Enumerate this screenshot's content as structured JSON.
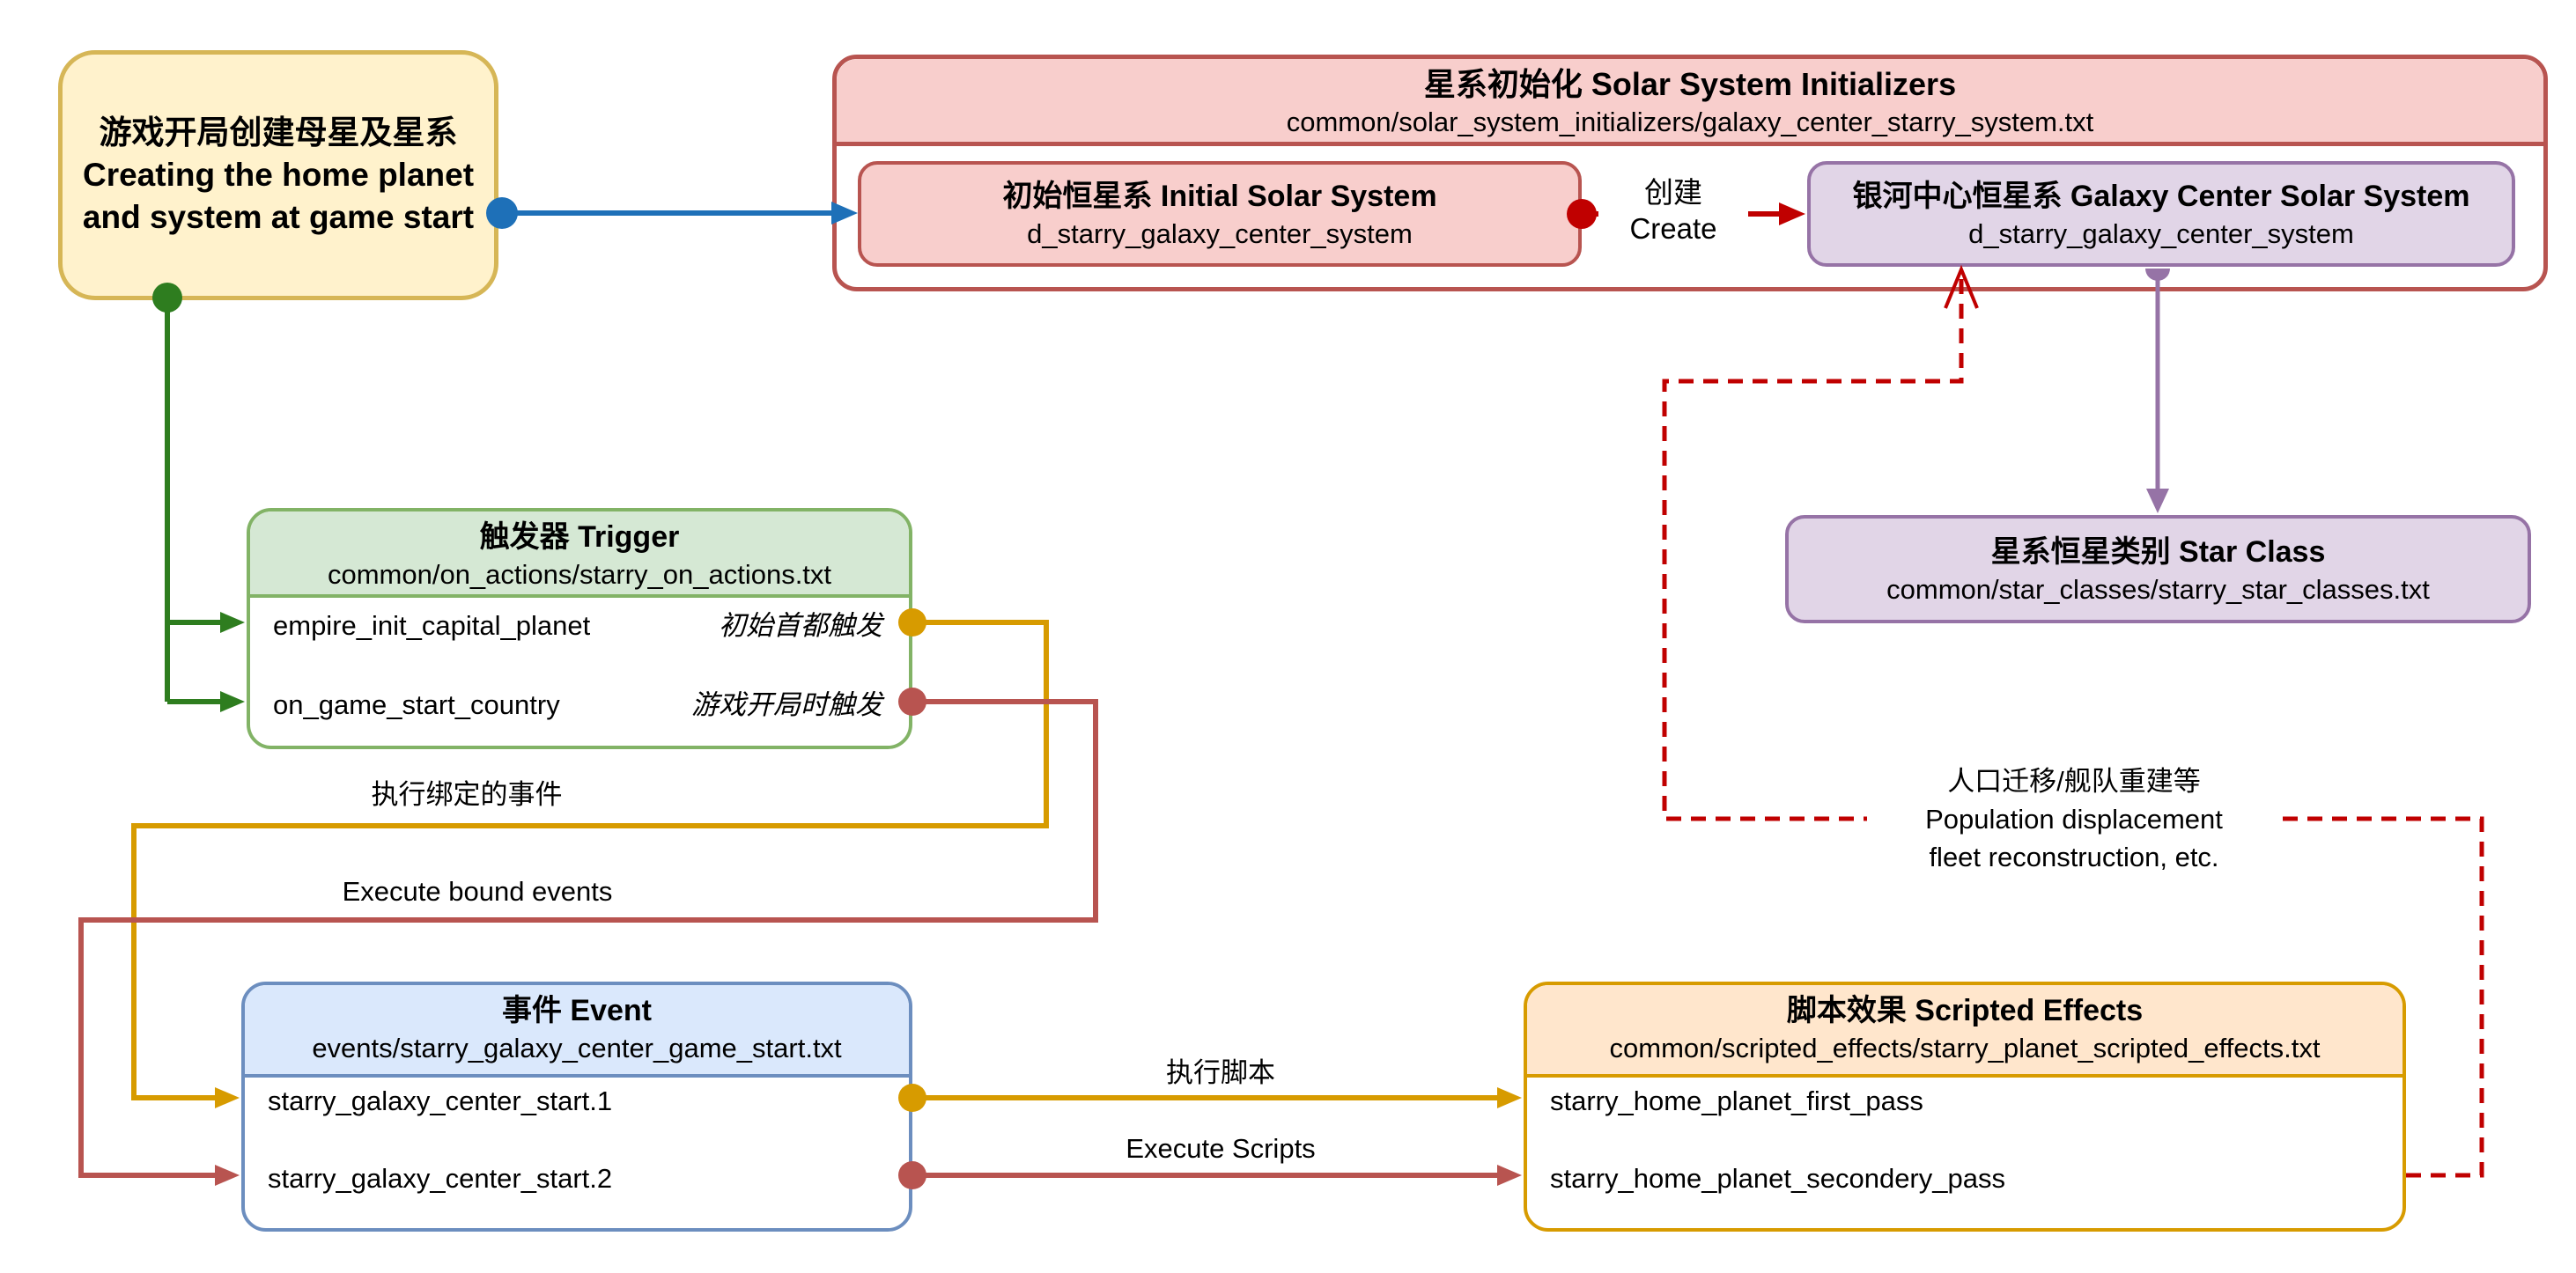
{
  "diagram": {
    "start_node": {
      "line1": "游戏开局创建母星及星系",
      "line2": "Creating the home planet",
      "line3": "and system at game start"
    },
    "initializers": {
      "title": "星系初始化 Solar System Initializers",
      "path": "common/solar_system_initializers/galaxy_center_starry_system.txt",
      "initial_system": {
        "title": "初始恒星系 Initial Solar System",
        "name": "d_starry_galaxy_center_system"
      },
      "galaxy_center_system": {
        "title": "银河中心恒星系 Galaxy Center Solar System",
        "name": "d_starry_galaxy_center_system"
      }
    },
    "star_class": {
      "title": "星系恒星类别 Star Class",
      "path": "common/star_classes/starry_star_classes.txt"
    },
    "trigger": {
      "title": "触发器 Trigger",
      "path": "common/on_actions/starry_on_actions.txt",
      "rows": [
        {
          "name": "empire_init_capital_planet",
          "note": "初始首都触发"
        },
        {
          "name": "on_game_start_country",
          "note": "游戏开局时触发"
        }
      ]
    },
    "event": {
      "title": "事件 Event",
      "path": "events/starry_galaxy_center_game_start.txt",
      "rows": [
        {
          "name": "starry_galaxy_center_start.1"
        },
        {
          "name": "starry_galaxy_center_start.2"
        }
      ]
    },
    "scripted_effects": {
      "title": "脚本效果 Scripted Effects",
      "path": "common/scripted_effects/starry_planet_scripted_effects.txt",
      "rows": [
        {
          "name": "starry_home_planet_first_pass"
        },
        {
          "name": "starry_home_planet_secondery_pass"
        }
      ]
    },
    "labels": {
      "create_zh": "创建",
      "create_en": "Create",
      "bind_zh": "执行绑定的事件",
      "bind_en": "Execute bound events",
      "exec_zh": "执行脚本",
      "exec_en": "Execute Scripts",
      "pop_zh": "人口迁移/舰队重建等",
      "pop_en1": "Population displacement",
      "pop_en2": "fleet reconstruction, etc."
    },
    "colors": {
      "yellow_fill": "#FFF2CC",
      "yellow_stroke": "#D6B656",
      "red_fill": "#F8CECC",
      "red_stroke": "#B85450",
      "purple_fill": "#E1D5E7",
      "purple_stroke": "#9673A6",
      "green_fill": "#D5E8D4",
      "green_stroke": "#82B366",
      "blue_fill": "#DAE8FC",
      "blue_stroke": "#6C8EBF",
      "orange_fill": "#FFE6CC",
      "orange_stroke": "#D79B00",
      "wire_blue": "#1E70B8",
      "wire_green": "#2E7D1F",
      "wire_gold": "#D79B00",
      "wire_maroon": "#B85450",
      "wire_red": "#C00000",
      "wire_purple": "#9673A6"
    }
  }
}
